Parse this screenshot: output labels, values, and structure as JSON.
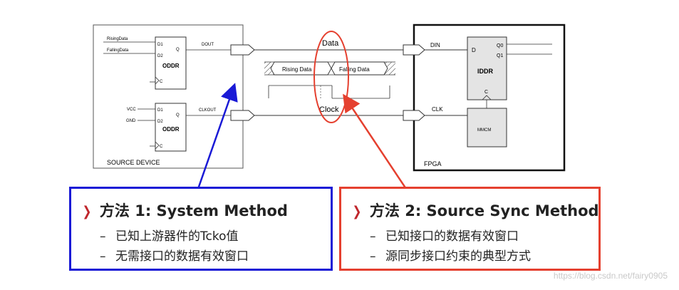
{
  "diagram": {
    "source": {
      "device_label": "SOURCE DEVICE",
      "oddr_top": {
        "label": "ODDR",
        "pin_d1": "D1",
        "pin_d2": "D2",
        "pin_q": "Q",
        "pin_c": "C",
        "input_1": "RisingData",
        "input_2": "FallingData",
        "output": "DOUT"
      },
      "oddr_bottom": {
        "label": "ODDR",
        "pin_d1": "D1",
        "pin_d2": "D2",
        "pin_q": "Q",
        "pin_c": "C",
        "input_1": "VCC",
        "input_2": "GND",
        "output": "CLKOUT"
      }
    },
    "signals": {
      "data": "Data",
      "clock": "Clock"
    },
    "timing": {
      "segment_1": "Rising Data",
      "segment_2": "Falling Data"
    },
    "fpga": {
      "label": "FPGA",
      "din": "DIN",
      "clk": "CLK",
      "iddr": {
        "label": "IDDR",
        "pin_d": "D",
        "pin_q0": "Q0",
        "pin_q1": "Q1",
        "pin_c": "C"
      },
      "mmcm": "MMCM"
    }
  },
  "methods": [
    {
      "title": "方法  1:  System Method",
      "items": [
        "已知上游器件的Tcko值",
        "无需接口的数据有效窗口"
      ],
      "border_color": "#1a1ad6"
    },
    {
      "title": "方法  2:  Source Sync Method",
      "items": [
        "已知接口的数据有效窗口",
        "源同步接口约束的典型方式"
      ],
      "border_color": "#e5402f"
    }
  ],
  "watermark": "https://blog.csdn.net/fairy0905"
}
